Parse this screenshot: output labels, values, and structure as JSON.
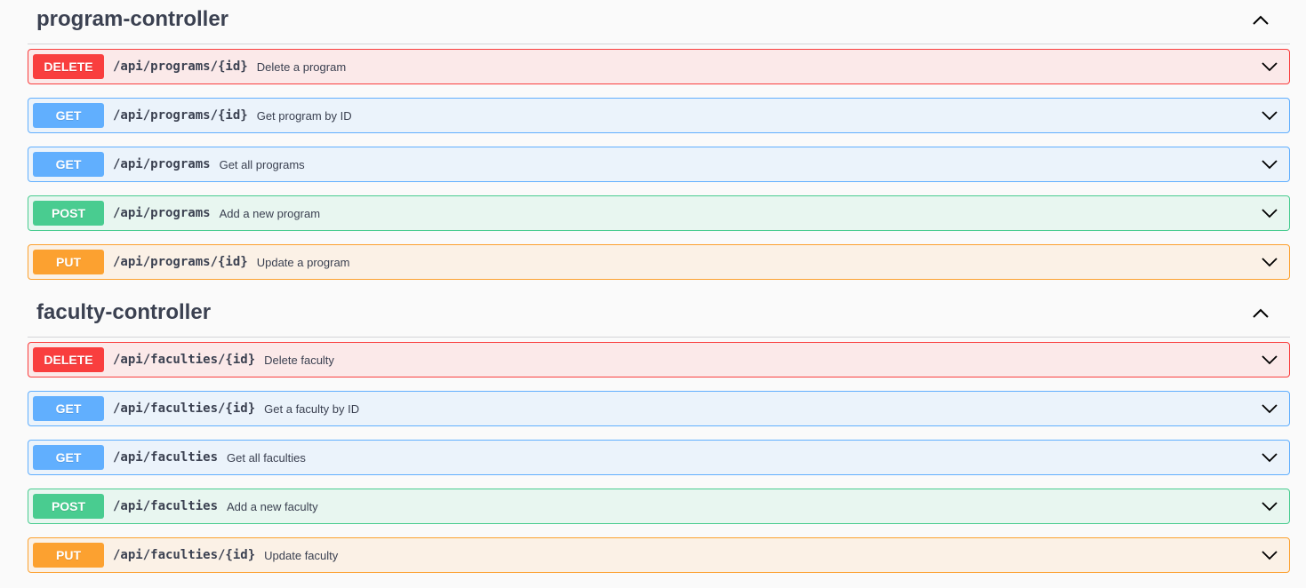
{
  "sections": [
    {
      "title": "program-controller",
      "ops": [
        {
          "method": "DELETE",
          "path": "/api/programs/{id}",
          "summary": "Delete a program"
        },
        {
          "method": "GET",
          "path": "/api/programs/{id}",
          "summary": "Get program by ID"
        },
        {
          "method": "GET",
          "path": "/api/programs",
          "summary": "Get all programs"
        },
        {
          "method": "POST",
          "path": "/api/programs",
          "summary": "Add a new program"
        },
        {
          "method": "PUT",
          "path": "/api/programs/{id}",
          "summary": "Update a program"
        }
      ]
    },
    {
      "title": "faculty-controller",
      "ops": [
        {
          "method": "DELETE",
          "path": "/api/faculties/{id}",
          "summary": "Delete faculty"
        },
        {
          "method": "GET",
          "path": "/api/faculties/{id}",
          "summary": "Get a faculty by ID"
        },
        {
          "method": "GET",
          "path": "/api/faculties",
          "summary": "Get all faculties"
        },
        {
          "method": "POST",
          "path": "/api/faculties",
          "summary": "Add a new faculty"
        },
        {
          "method": "PUT",
          "path": "/api/faculties/{id}",
          "summary": "Update faculty"
        }
      ]
    }
  ],
  "icons": {
    "section_toggle": "chevron-up-icon",
    "op_toggle": "chevron-down-icon"
  },
  "colors": {
    "delete": "#f93e3e",
    "get": "#61affe",
    "post": "#49cc90",
    "put": "#fca130",
    "text": "#3b4151"
  }
}
